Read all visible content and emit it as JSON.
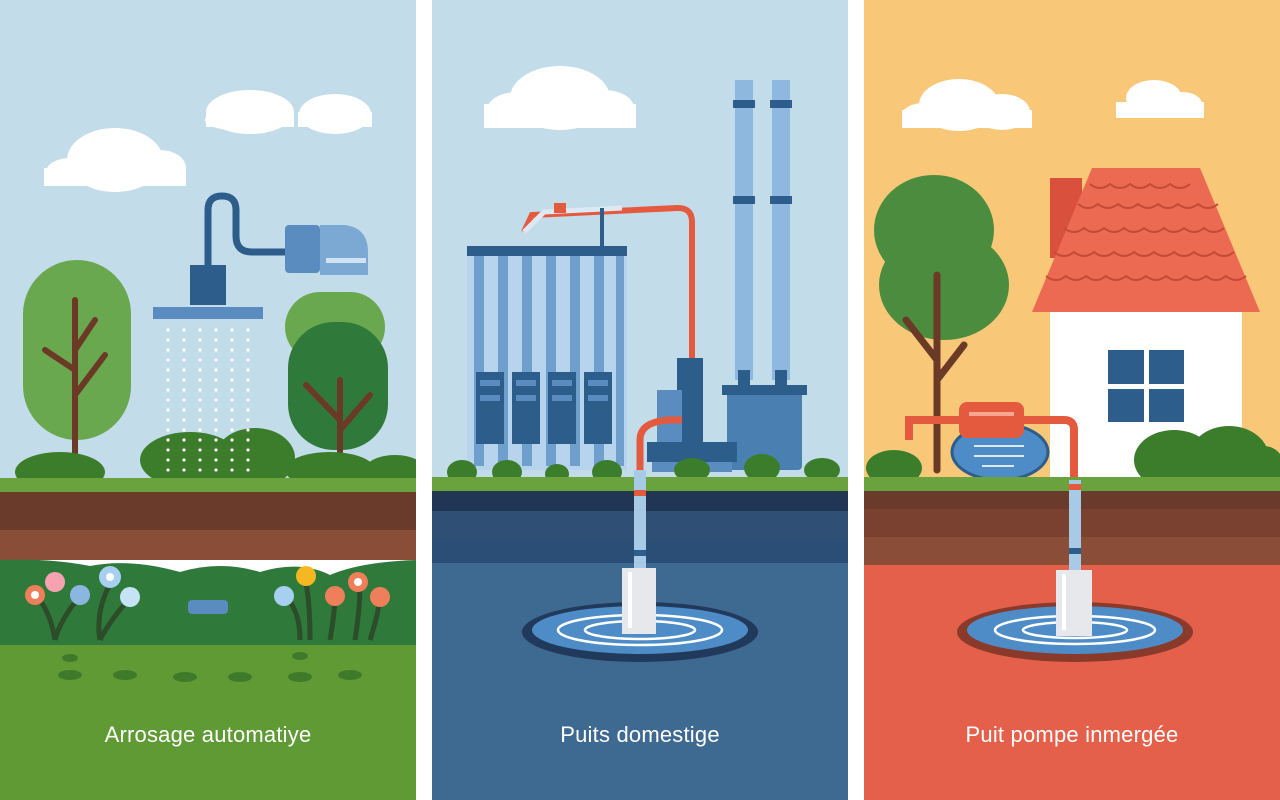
{
  "panels": [
    {
      "id": "automatic-watering",
      "caption": "Arrosage automatiye"
    },
    {
      "id": "domestic-well",
      "caption": "Puits domestige"
    },
    {
      "id": "submersible-pump-well",
      "caption": "Puit pompe inmergée"
    }
  ],
  "colors": {
    "sky_blue": "#c3dcea",
    "sky_orange": "#f8c878",
    "grass": "#5f9a35",
    "soil_dark": "#6a3a2a",
    "soil_brown": "#8a4d38",
    "water_blue": "#3e6991",
    "red_ground": "#e4604a",
    "pipe_red": "#e45a3e",
    "pipe_blue": "#5a8cc0",
    "roof_red": "#ec6a52",
    "tree_green": "#4c8c3e"
  }
}
